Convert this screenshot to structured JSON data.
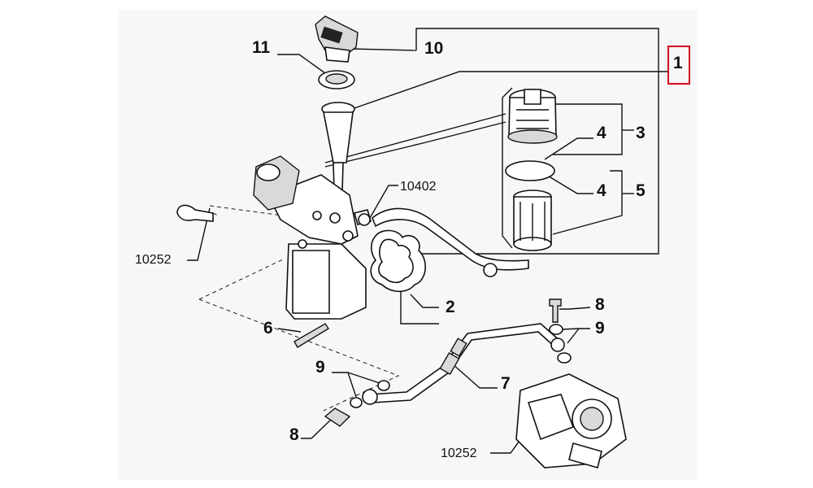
{
  "callouts": {
    "c1": "1",
    "c2": "2",
    "c3": "3",
    "c4a": "4",
    "c4b": "4",
    "c5": "5",
    "c6": "6",
    "c7": "7",
    "c8a": "8",
    "c8b": "8",
    "c9a": "9",
    "c9b": "9",
    "c10": "10",
    "c11": "11",
    "c10402": "10402",
    "c10252a": "10252",
    "c10252b": "10252"
  },
  "highlight_color": "#d0021b",
  "highlighted_callout": "1"
}
